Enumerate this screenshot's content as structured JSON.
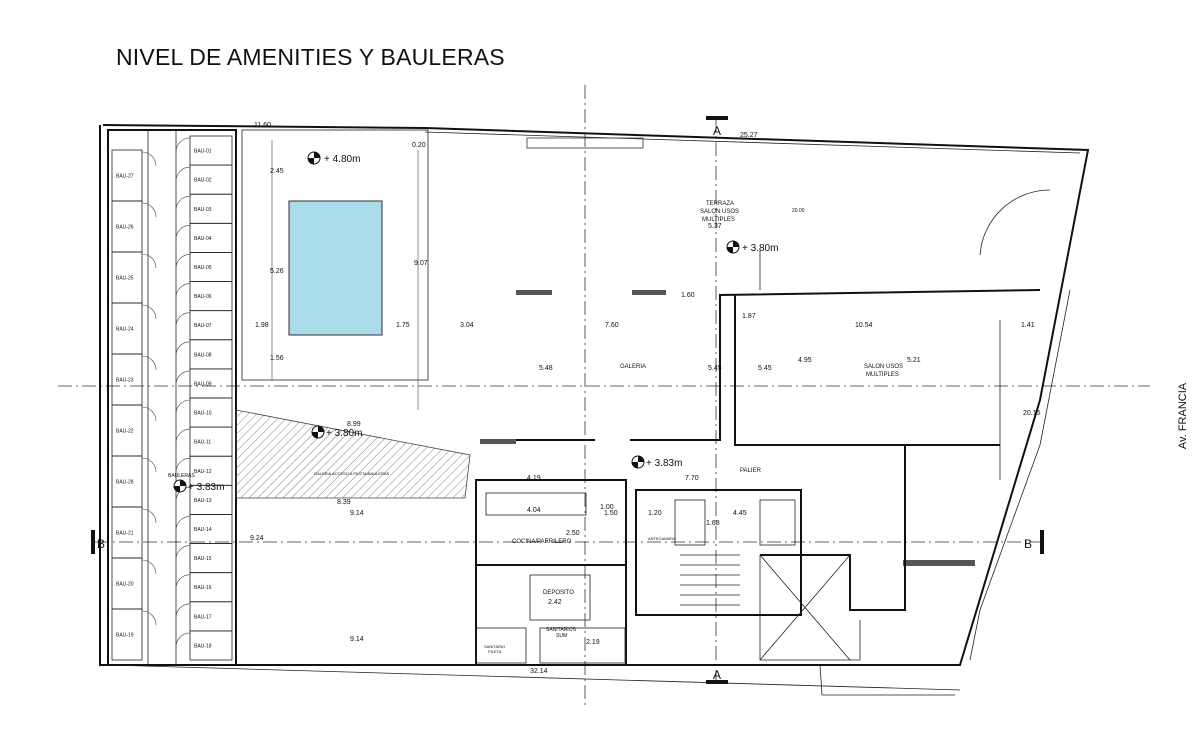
{
  "title": "NIVEL DE AMENITIES Y BAULERAS",
  "street": "Av. FRANCIA",
  "section_markers": {
    "a": "A",
    "b": "B"
  },
  "storage_units_left": [
    "BAU-27",
    "BAU-26",
    "BAU-25",
    "BAU-24",
    "BAU-23",
    "BAU-22",
    "BAU-28",
    "BAU-21",
    "BAU-20",
    "BAU-19"
  ],
  "storage_units_right": [
    "BAU-01",
    "BAU-02",
    "BAU-03",
    "BAU-04",
    "BAU-05",
    "BAU-06",
    "BAU-07",
    "BAU-08",
    "BAU-09",
    "BAU-10",
    "BAU-11",
    "BAU-12",
    "BAU-13",
    "BAU-14",
    "BAU-15",
    "BAU-16",
    "BAU-17",
    "BAU-18"
  ],
  "rooms": {
    "terraza": [
      "TERRAZA",
      "SALON USOS",
      "MULTIPLES"
    ],
    "galeria": "GALERIA",
    "salon": [
      "SALON USOS",
      "MULTIPLES"
    ],
    "palier": "PALIER",
    "cocina": "COCINA/PARRILERO",
    "deposito": "DEPOSITO",
    "sanitarios": [
      "SANITARIOS",
      "SUM"
    ],
    "sanitario_pileta": [
      "SANITARIO",
      "PILETA"
    ],
    "bauleras": "BAULERAS",
    "antecamara": "ANTECAMARA",
    "galeria_acceso": "GALERIA ACCESO A PILETA/BAULERAS"
  },
  "levels": {
    "pool": "+ 4.80m",
    "terrace": "+ 3.80m",
    "gallery": "+ 3.80m",
    "palier": "+ 3.83m",
    "bauleras": "+ 3.83m"
  },
  "dims": {
    "top_left": "11.60",
    "top_right": "25.27",
    "pool_top": "2.45",
    "pool_mid": "5.26",
    "pool_bot": "1.56",
    "pool_right": "9.07",
    "row_198": "1.98",
    "row_175": "1.75",
    "row_304": "3.04",
    "row_760": "7.60",
    "row_160": "1.60",
    "row_187": "1.87",
    "row_1054": "10.54",
    "row_141": "1.41",
    "v_537": "5.37",
    "v_548": "5.48",
    "v_545a": "5.45",
    "v_545b": "5.45",
    "v_495": "4.95",
    "v_521": "5.21",
    "d_899": "8.99",
    "d_839": "8.39",
    "d_914a": "9.14",
    "d_914b": "9.14",
    "d_924": "9.24",
    "d_419": "4.19",
    "d_770": "7.70",
    "d_404": "4.04",
    "d_100": "1.00",
    "d_150": "1.50",
    "d_120": "1.20",
    "d_445": "4.45",
    "d_168": "1.68",
    "d_242": "2.42",
    "d_250": "2.50",
    "d_219": "2.19",
    "d_3214": "32.14",
    "d_2015": "20.15",
    "d_2000": "20.00",
    "d_020": "0.20"
  }
}
